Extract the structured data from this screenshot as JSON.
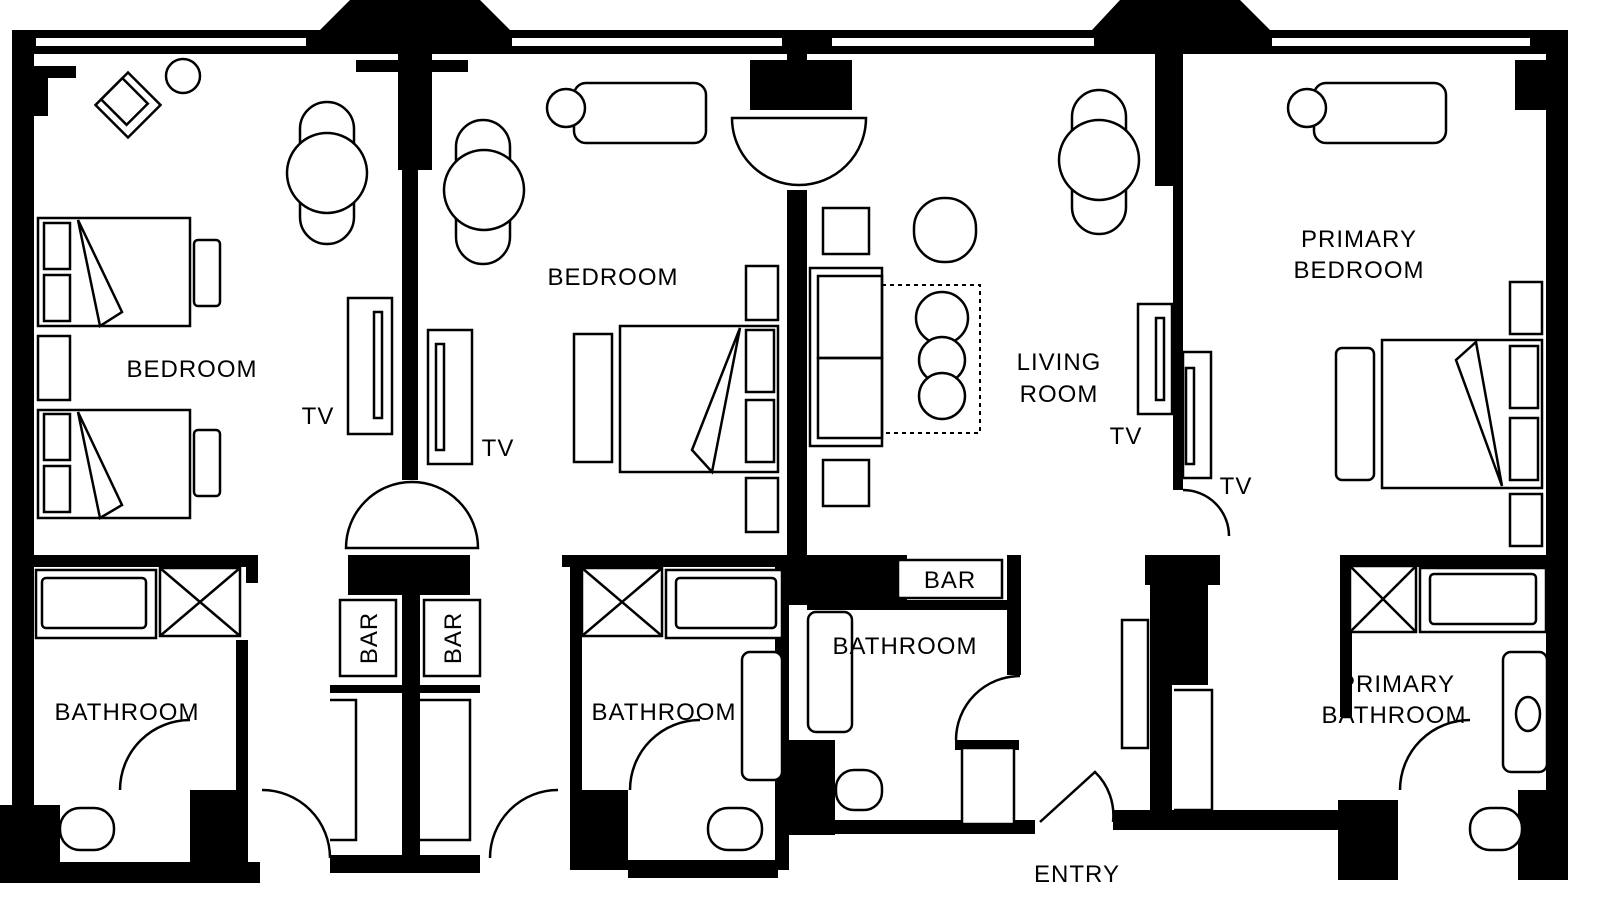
{
  "floorplan": {
    "rooms": {
      "bedroom_left": "BEDROOM",
      "bedroom_center": "BEDROOM",
      "living_line1": "LIVING",
      "living_line2": "ROOM",
      "primary_bed_line1": "PRIMARY",
      "primary_bed_line2": "BEDROOM",
      "bath_left": "BATHROOM",
      "bath_center": "BATHROOM",
      "bath_living": "BATHROOM",
      "primary_bath_line1": "PRIMARY",
      "primary_bath_line2": "BATHROOM",
      "entry": "ENTRY"
    },
    "fixtures": {
      "tv1": "TV",
      "tv2": "TV",
      "tv3": "TV",
      "tv4": "TV",
      "bar1": "BAR",
      "bar2": "BAR",
      "bar3": "BAR"
    }
  }
}
